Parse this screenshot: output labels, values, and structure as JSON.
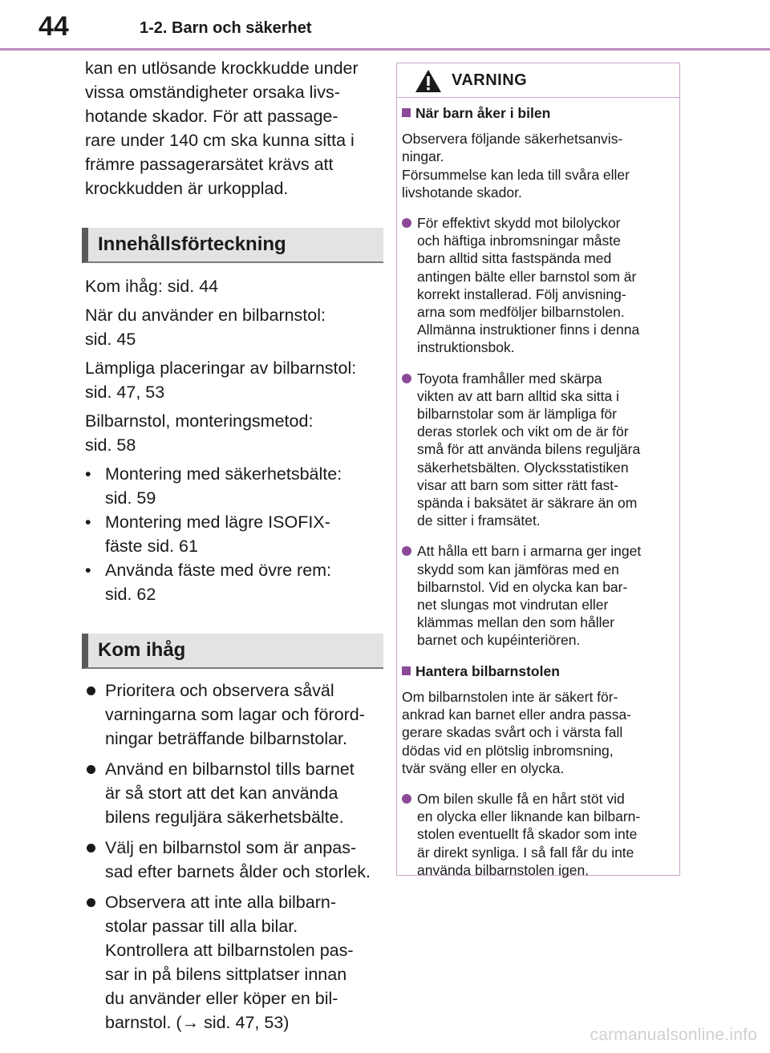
{
  "header": {
    "page_number": "44",
    "section_title": "1-2. Barn och säkerhet"
  },
  "intro": [
    "kan en utlösande krockkudde under",
    "vissa omständigheter orsaka livs-",
    "hotande skador. För att passage-",
    "rare under 140 cm ska kunna sitta i",
    "främre passagerarsätet krävs att",
    "krockkudden är urkopplad."
  ],
  "toc": {
    "heading": "Innehållsförteckning",
    "entries": [
      [
        "Kom ihåg: sid. 44"
      ],
      [
        "När du använder en bilbarnstol:",
        "sid. 45"
      ],
      [
        "Lämpliga placeringar av bilbarnstol:",
        "sid. 47, 53"
      ],
      [
        "Bilbarnstol, monteringsmetod:",
        "sid. 58"
      ]
    ],
    "bullets": [
      [
        "Montering med säkerhetsbälte:",
        "sid. 59"
      ],
      [
        "Montering med lägre ISOFIX-",
        "fäste sid. 61"
      ],
      [
        "Använda fäste med övre rem:",
        "sid. 62"
      ]
    ]
  },
  "remember": {
    "heading": "Kom ihåg",
    "items": [
      [
        "Prioritera och observera såväl",
        "varningarna som lagar och förord-",
        "ningar beträffande bilbarnstolar."
      ],
      [
        "Använd en bilbarnstol tills barnet",
        "är så stort att det kan använda",
        "bilens reguljära säkerhetsbälte."
      ],
      [
        "Välj en bilbarnstol som är anpas-",
        "sad efter barnets ålder och storlek."
      ],
      [
        "Observera att inte alla bilbarn-",
        "stolar passar till alla bilar.",
        "Kontrollera att bilbarnstolen pas-",
        "sar in på bilens sittplatser innan",
        "du använder eller köper en bil-",
        "barnstol. (→ sid. 47, 53)"
      ]
    ]
  },
  "warning": {
    "label": "VARNING",
    "section1": {
      "heading": "När barn åker i bilen",
      "para": [
        "Observera följande säkerhetsanvis-",
        "ningar.",
        "Försummelse kan leda till svåra eller",
        "livshotande skador."
      ],
      "items": [
        [
          "För effektivt skydd mot bilolyckor",
          "och häftiga inbromsningar måste",
          "barn alltid sitta fastspända med",
          "antingen bälte eller barnstol som är",
          "korrekt installerad. Följ anvisning-",
          "arna som medföljer bilbarnstolen.",
          "Allmänna instruktioner finns i denna",
          "instruktionsbok."
        ],
        [
          "Toyota framhåller med skärpa",
          "vikten av att barn alltid ska sitta i",
          "bilbarnstolar som är lämpliga för",
          "deras storlek och vikt om de är för",
          "små för att använda bilens reguljära",
          "säkerhetsbälten. Olycksstatistiken",
          "visar att barn som sitter rätt fast-",
          "spända i baksätet är säkrare än om",
          "de sitter i framsätet."
        ],
        [
          "Att hålla ett barn i armarna ger inget",
          "skydd som kan jämföras med en",
          "bilbarnstol. Vid en olycka kan bar-",
          "net slungas mot vindrutan eller",
          "klämmas mellan den som håller",
          "barnet och kupéinteriören."
        ]
      ]
    },
    "section2": {
      "heading": "Hantera bilbarnstolen",
      "para": [
        "Om bilbarnstolen inte är säkert för-",
        "ankrad kan barnet eller andra passa-",
        "gerare skadas svårt och i värsta fall",
        "dödas vid en plötslig inbromsning,",
        "tvär sväng eller en olycka."
      ],
      "items": [
        [
          "Om bilen skulle få en hårt stöt vid",
          "en olycka eller liknande kan bilbarn-",
          "stolen eventuellt få skador som inte",
          "är direkt synliga. I så fall får du inte",
          "använda bilbarnstolen igen."
        ]
      ]
    }
  },
  "footer": {
    "watermark": "carmanualsonline.info"
  },
  "colors": {
    "accent": "#8a4a96",
    "rule": "#b98cbd",
    "box_border": "#c9a6c9",
    "heading_bg": "#e3e3e3"
  },
  "icons": [
    "warning-triangle-icon"
  ]
}
